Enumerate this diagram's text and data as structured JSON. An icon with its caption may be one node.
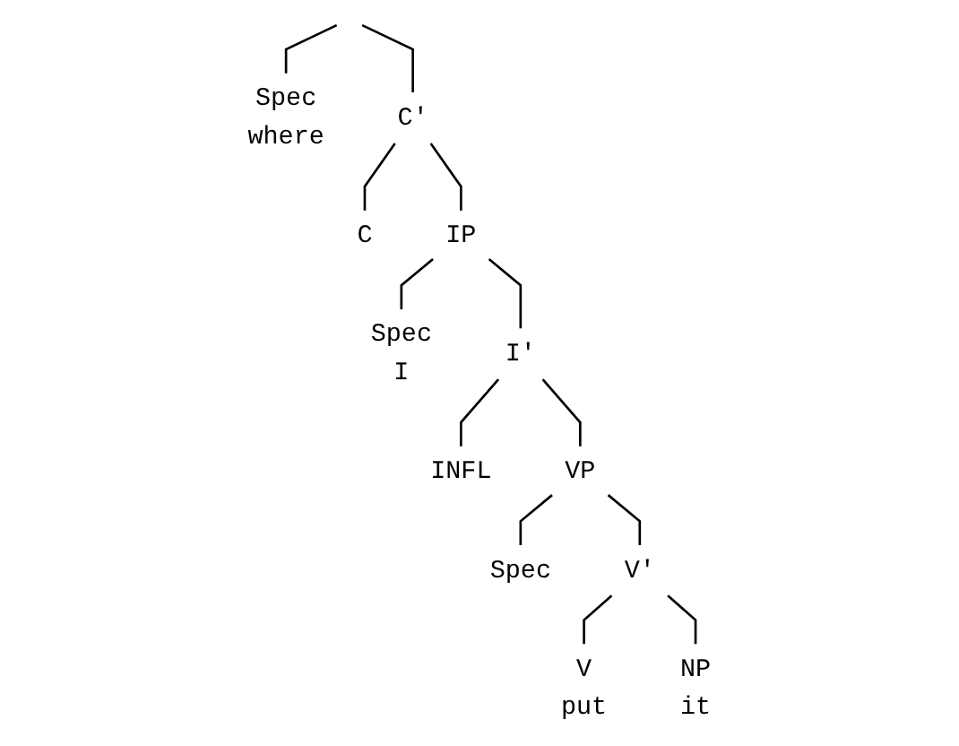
{
  "diagram": {
    "nodes": [
      {
        "text": [
          "Spec",
          "where"
        ]
      },
      {
        "text": [
          "C'"
        ]
      },
      {
        "text": [
          "C"
        ]
      },
      {
        "text": [
          "IP"
        ]
      },
      {
        "text": [
          "Spec",
          "I"
        ]
      },
      {
        "text": [
          "I'"
        ]
      },
      {
        "text": [
          "INFL"
        ]
      },
      {
        "text": [
          "VP"
        ]
      },
      {
        "text": [
          "Spec"
        ]
      },
      {
        "text": [
          "V'"
        ]
      },
      {
        "text": [
          "V",
          "put"
        ]
      },
      {
        "text": [
          "NP",
          "it"
        ]
      }
    ],
    "edges": [
      {
        "from": null,
        "to": 0,
        "arrow": "none"
      },
      {
        "from": null,
        "to": 1,
        "arrow": "none"
      },
      {
        "from": 1,
        "to": 2,
        "arrow": "none"
      },
      {
        "from": 1,
        "to": 3,
        "arrow": "none"
      },
      {
        "from": 3,
        "to": 4,
        "arrow": "none"
      },
      {
        "from": 3,
        "to": 5,
        "arrow": "none"
      },
      {
        "from": 5,
        "to": 6,
        "arrow": "none"
      },
      {
        "from": 5,
        "to": 7,
        "arrow": "none"
      },
      {
        "from": 7,
        "to": 8,
        "arrow": "none"
      },
      {
        "from": 7,
        "to": 9,
        "arrow": "none"
      },
      {
        "from": 9,
        "to": 10,
        "arrow": "none"
      },
      {
        "from": 9,
        "to": 11,
        "arrow": "none"
      }
    ]
  }
}
